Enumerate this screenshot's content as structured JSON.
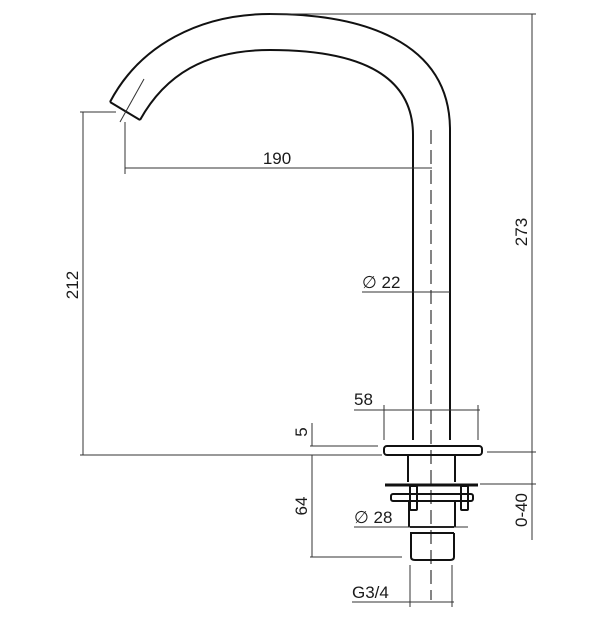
{
  "drawing": {
    "type": "technical-drawing",
    "subject": "tap-spout-side-elevation",
    "line_color": "#111111",
    "background": "#ffffff"
  },
  "dimensions": {
    "spout_reach": "190",
    "spout_outlet_height": "212",
    "total_height": "273",
    "tube_diameter_symbol": "∅",
    "tube_diameter": "22",
    "flange_width": "58",
    "flange_thickness": "5",
    "shank_length": "64",
    "shank_diameter_symbol": "∅",
    "shank_diameter": "28",
    "deck_thickness_range": "0-40",
    "thread_size": "G3/4"
  }
}
